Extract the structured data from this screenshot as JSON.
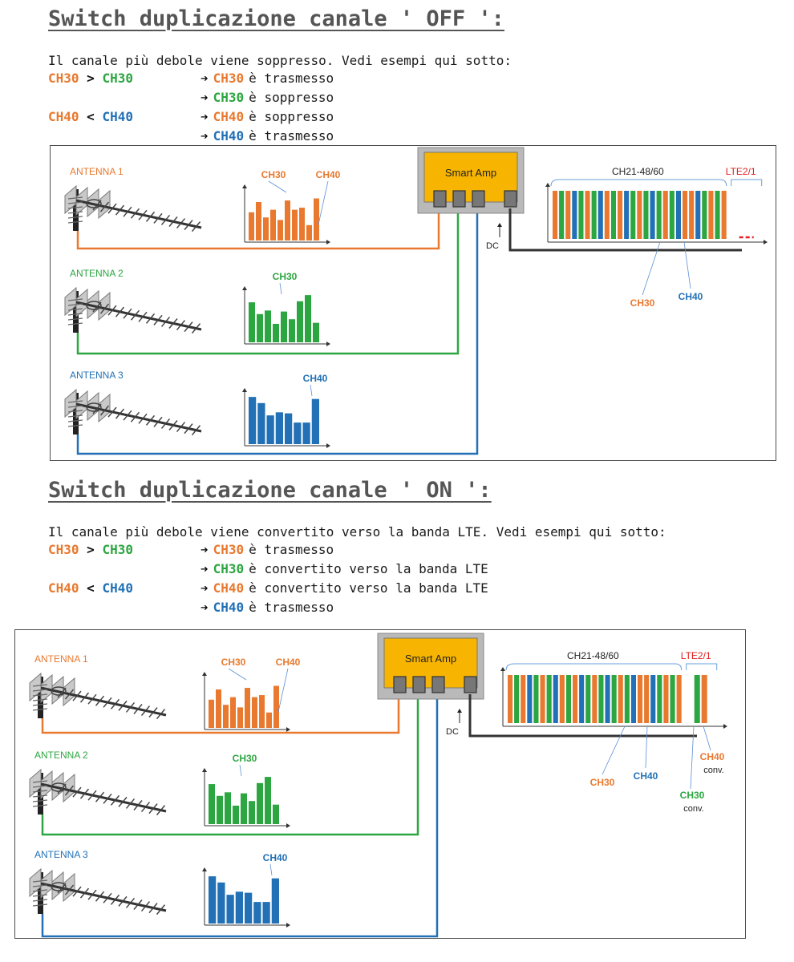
{
  "colors": {
    "orange": "#e8792f",
    "green": "#2ca640",
    "blue": "#2270b5",
    "red": "#e02020",
    "amp_yellow": "#f7b400",
    "amp_frame": "#b9b9b9",
    "title_gray": "#555555"
  },
  "off_section": {
    "title": "Switch duplicazione canale ' OFF ':",
    "intro": "Il canale più debole viene soppresso. Vedi esempi qui sotto:",
    "rules": [
      {
        "left": [
          {
            "text": "CH30",
            "color": "orange"
          },
          {
            "text": " > ",
            "color": "black"
          },
          {
            "text": "CH30",
            "color": "green"
          }
        ],
        "ch": "CH30",
        "ch_color": "orange",
        "desc": "è trasmesso"
      },
      {
        "left": [],
        "ch": "CH30",
        "ch_color": "green",
        "desc": "è soppresso"
      },
      {
        "left": [
          {
            "text": "CH40",
            "color": "orange"
          },
          {
            "text": " < ",
            "color": "black"
          },
          {
            "text": "CH40",
            "color": "blue"
          }
        ],
        "ch": "CH40",
        "ch_color": "orange",
        "desc": "è soppresso"
      },
      {
        "left": [],
        "ch": "CH40",
        "ch_color": "blue",
        "desc": "è trasmesso"
      }
    ]
  },
  "on_section": {
    "title": "Switch duplicazione canale ' ON ':",
    "intro": "Il canale più debole viene convertito verso la banda LTE. Vedi esempi qui sotto:",
    "rules": [
      {
        "left": [
          {
            "text": "CH30",
            "color": "orange"
          },
          {
            "text": " > ",
            "color": "black"
          },
          {
            "text": "CH30",
            "color": "green"
          }
        ],
        "ch": "CH30",
        "ch_color": "orange",
        "desc": "è trasmesso"
      },
      {
        "left": [],
        "ch": "CH30",
        "ch_color": "green",
        "desc": "è convertito verso la banda LTE"
      },
      {
        "left": [
          {
            "text": "CH40",
            "color": "orange"
          },
          {
            "text": " < ",
            "color": "black"
          },
          {
            "text": "CH40",
            "color": "blue"
          }
        ],
        "ch": "CH40",
        "ch_color": "orange",
        "desc": "è convertito verso la banda LTE"
      },
      {
        "left": [],
        "ch": "CH40",
        "ch_color": "blue",
        "desc": "è trasmesso"
      }
    ]
  },
  "diagram_off": {
    "antennas": [
      {
        "label": "ANTENNA 1",
        "color": "orange",
        "markers": [
          "CH30",
          "CH40"
        ],
        "bars": [
          0.55,
          0.75,
          0.45,
          0.6,
          0.4,
          0.78,
          0.6,
          0.64,
          0.3,
          0.82
        ]
      },
      {
        "label": "ANTENNA 2",
        "color": "green",
        "markers": [
          "CH30"
        ],
        "bars": [
          0.78,
          0.55,
          0.62,
          0.36,
          0.6,
          0.45,
          0.8,
          0.92,
          0.38
        ]
      },
      {
        "label": "ANTENNA 3",
        "color": "blue",
        "markers": [
          "CH40"
        ],
        "bars": [
          0.92,
          0.8,
          0.56,
          0.62,
          0.6,
          0.42,
          0.42,
          0.88
        ]
      }
    ],
    "amp_label": "Smart Amp",
    "dc_label": "DC",
    "band_label": "CH21-48/60",
    "lte_label": "LTE2/1",
    "spectrum_colors": [
      "orange",
      "green",
      "orange",
      "blue",
      "green",
      "orange",
      "green",
      "blue",
      "orange",
      "green",
      "orange",
      "blue",
      "green",
      "orange",
      "green",
      "blue",
      "green",
      "orange",
      "green",
      "blue",
      "orange",
      "orange",
      "blue",
      "green",
      "orange",
      "green",
      "orange"
    ],
    "lte_bars": [],
    "out_markers": [
      {
        "text": "CH30",
        "color": "orange"
      },
      {
        "text": "CH40",
        "color": "blue"
      }
    ]
  },
  "diagram_on": {
    "antennas": [
      {
        "label": "ANTENNA 1",
        "color": "orange",
        "markers": [
          "CH30",
          "CH40"
        ],
        "bars": [
          0.55,
          0.75,
          0.45,
          0.6,
          0.4,
          0.78,
          0.6,
          0.64,
          0.3,
          0.82
        ]
      },
      {
        "label": "ANTENNA 2",
        "color": "green",
        "markers": [
          "CH30"
        ],
        "bars": [
          0.78,
          0.55,
          0.62,
          0.36,
          0.6,
          0.45,
          0.8,
          0.92,
          0.38
        ]
      },
      {
        "label": "ANTENNA 3",
        "color": "blue",
        "markers": [
          "CH40"
        ],
        "bars": [
          0.92,
          0.8,
          0.56,
          0.62,
          0.6,
          0.42,
          0.42,
          0.88
        ]
      }
    ],
    "amp_label": "Smart Amp",
    "dc_label": "DC",
    "band_label": "CH21-48/60",
    "lte_label": "LTE2/1",
    "spectrum_colors": [
      "orange",
      "green",
      "orange",
      "blue",
      "green",
      "orange",
      "green",
      "blue",
      "orange",
      "green",
      "orange",
      "blue",
      "green",
      "orange",
      "green",
      "blue",
      "green",
      "orange",
      "green",
      "blue",
      "orange",
      "orange",
      "blue",
      "green",
      "orange",
      "green",
      "orange"
    ],
    "lte_bars": [
      "green",
      "orange"
    ],
    "out_markers": [
      {
        "text": "CH30",
        "color": "orange"
      },
      {
        "text": "CH40",
        "color": "blue"
      }
    ],
    "conv_markers": [
      {
        "ch": "CH40",
        "sub": "conv.",
        "color": "orange"
      },
      {
        "ch": "CH30",
        "sub": "conv.",
        "color": "green"
      }
    ]
  }
}
